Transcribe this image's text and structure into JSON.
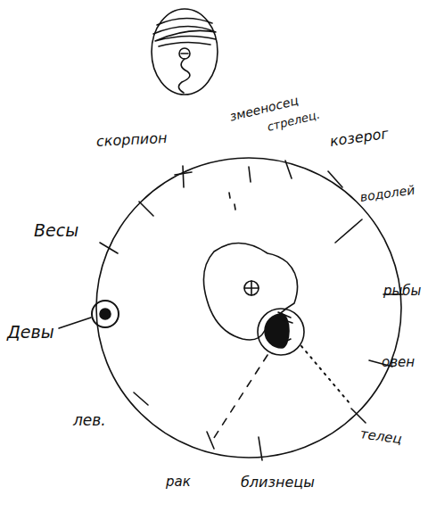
{
  "diagram": {
    "labels": [
      "скорпион",
      "змееносец",
      "стрелец.",
      "козерог",
      "водолей",
      "рыбы",
      "овен",
      "телец",
      "близнецы",
      "рак",
      "лев.",
      "Девы",
      "Весы"
    ]
  }
}
